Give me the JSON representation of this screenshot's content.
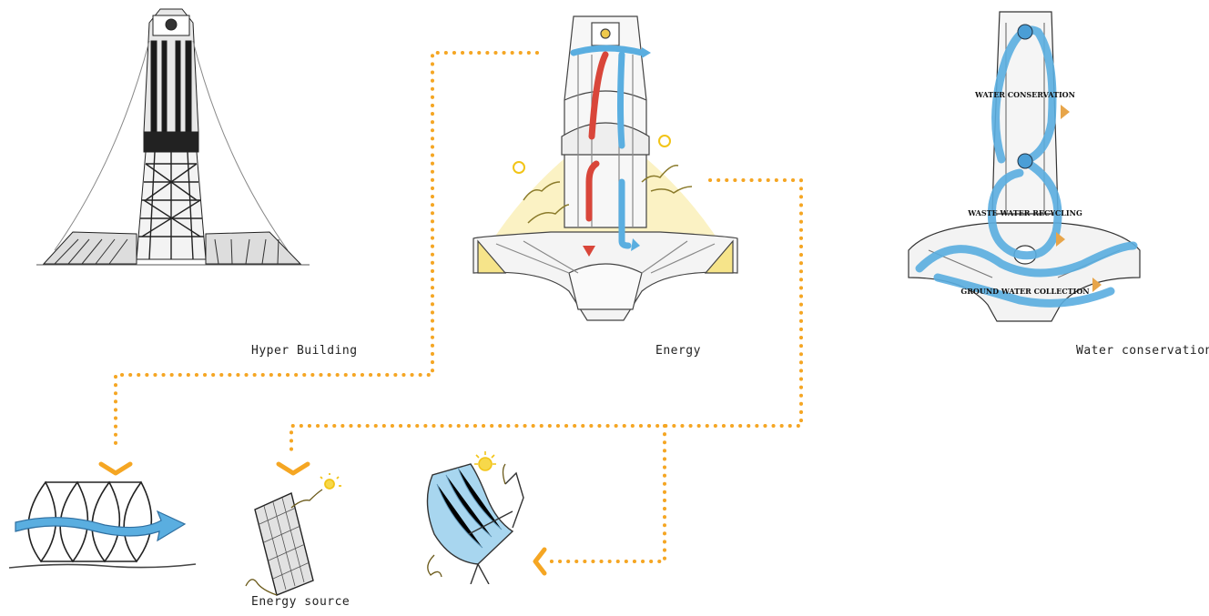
{
  "labels": {
    "hyper_building": "Hyper Building",
    "energy": "Energy",
    "water_conservation": "Water conservation",
    "energy_source": "Energy source"
  },
  "water_diagram_text": {
    "top": "WATER CONSERVATION",
    "middle": "WASTE WATER RECYCLING",
    "bottom": "GROUND WATER COLLECTION"
  },
  "colors": {
    "connector": "#f5a623",
    "water_blue": "#5aaee0",
    "hot_red": "#d9463a",
    "sun_yellow": "#f2c417",
    "sketch_ink": "#333333"
  }
}
